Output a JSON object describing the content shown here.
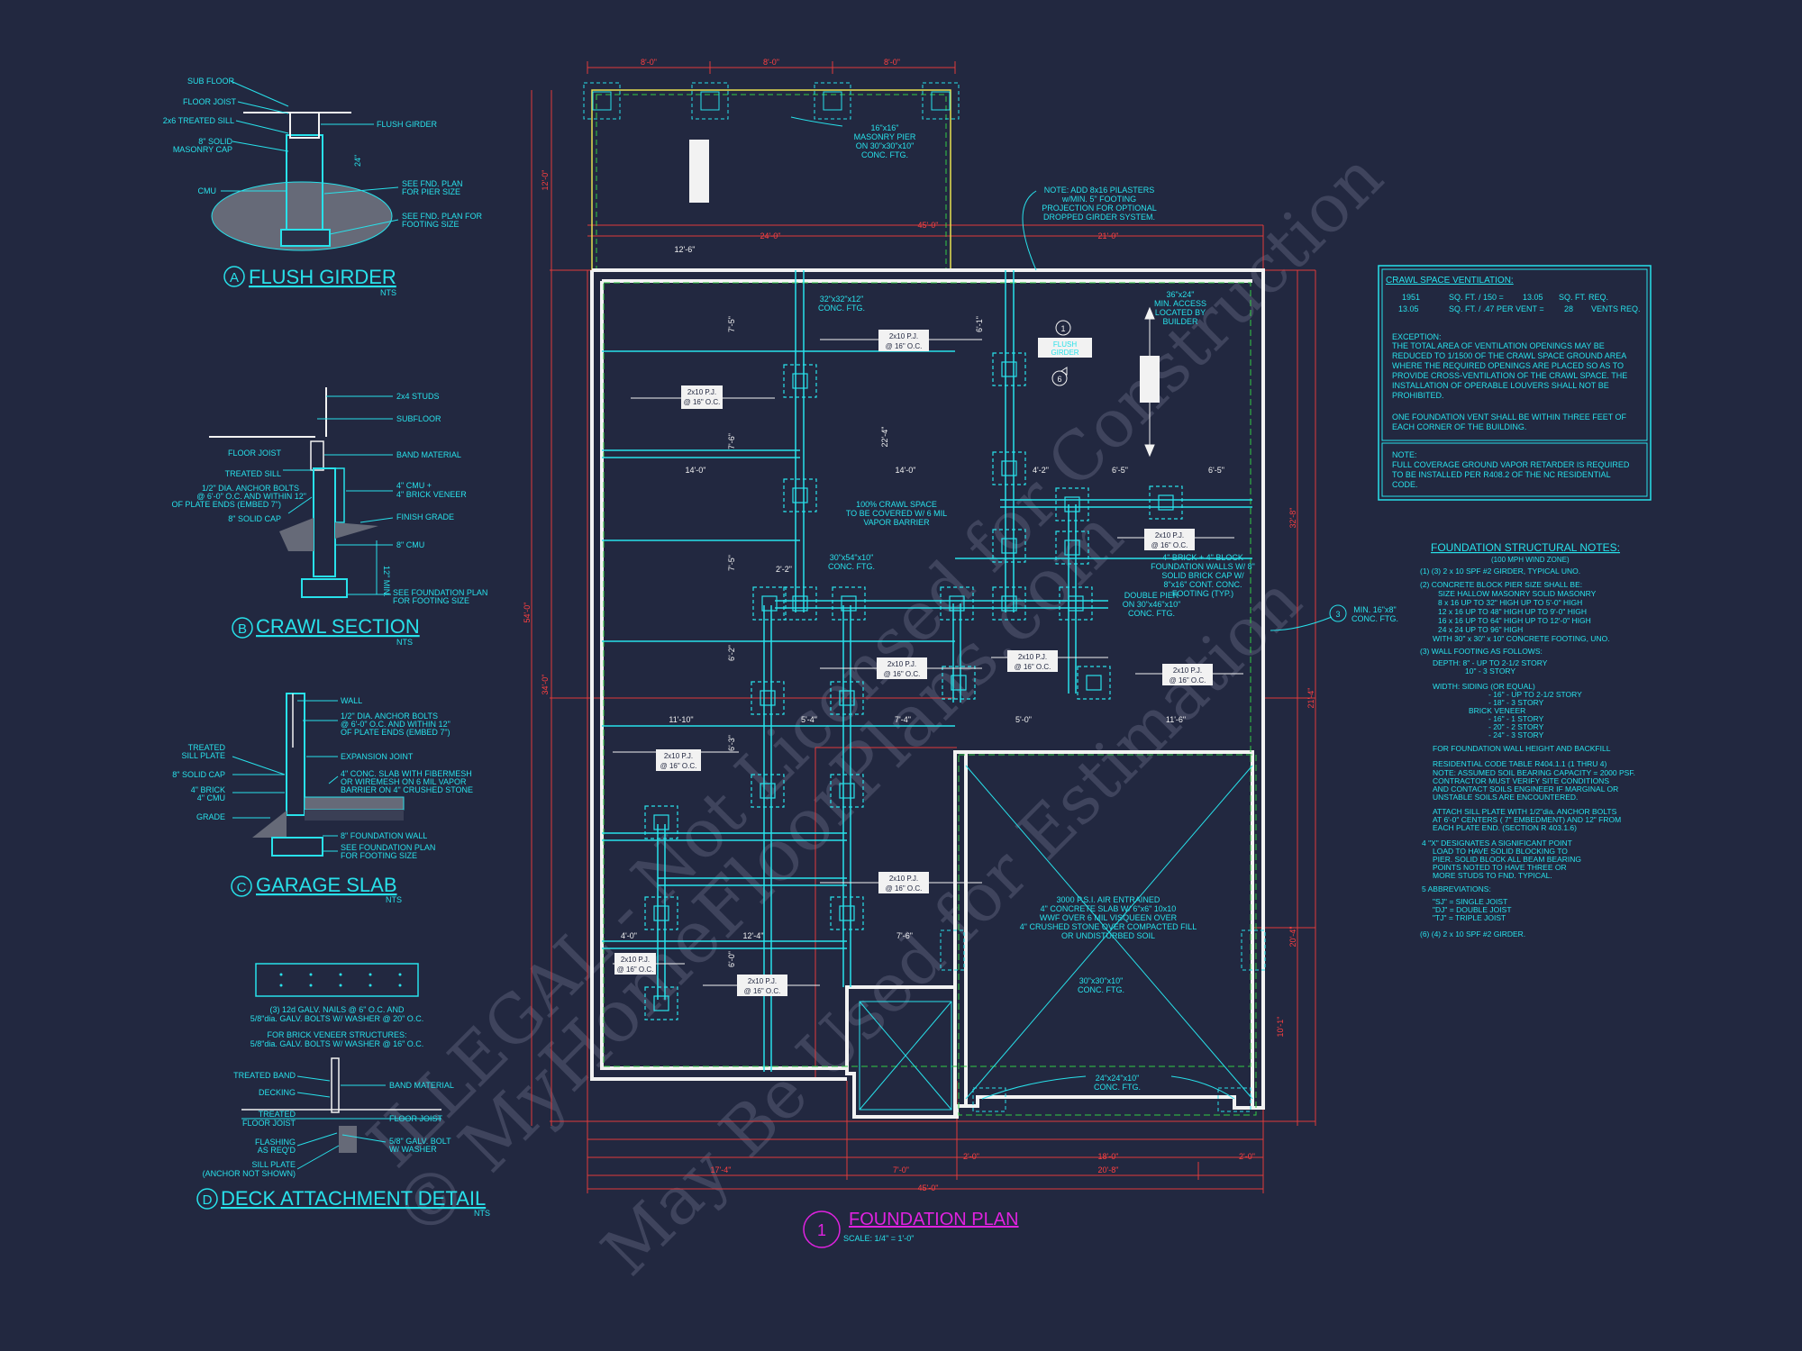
{
  "colors": {
    "background": "#222840",
    "cyan": "#28e1ea",
    "red": "#e03a3a",
    "green": "#33cc44",
    "magenta": "#e022e0",
    "yellow": "#e8e050",
    "white": "#f2f2f2"
  },
  "details": {
    "flush_girder": {
      "letter": "A",
      "title": "FLUSH GIRDER",
      "scale": "NTS",
      "labels": [
        "SUB FLOOR",
        "FLOOR JOIST",
        "2x6 TREATED SILL",
        "8\" SOLID",
        "MASONRY CAP",
        "CMU",
        "FLUSH GIRDER",
        "24\"",
        "SEE FND. PLAN",
        "FOR PIER SIZE",
        "SEE FND. PLAN FOR",
        "FOOTING SIZE"
      ]
    },
    "crawl_section": {
      "letter": "B",
      "title": "CRAWL SECTION",
      "scale": "NTS",
      "labels": [
        "2x4 STUDS",
        "SUBFLOOR",
        "FLOOR JOIST",
        "BAND MATERIAL",
        "TREATED SILL",
        "1/2\" DIA. ANCHOR BOLTS",
        "@ 6'-0\" O.C. AND WITHIN 12\"",
        "OF PLATE ENDS (EMBED 7\")",
        "8\" SOLID CAP",
        "4\" CMU +",
        "4\" BRICK VENEER",
        "FINISH GRADE",
        "8\" CMU",
        "12\" MIN.",
        "SEE FOUNDATION PLAN",
        "FOR FOOTING SIZE"
      ]
    },
    "garage_slab": {
      "letter": "C",
      "title": "GARAGE SLAB",
      "scale": "NTS",
      "labels": [
        "WALL",
        "1/2\" DIA. ANCHOR BOLTS",
        "@ 6'-0\" O.C. AND WITHIN 12\"",
        "OF PLATE ENDS (EMBED 7\")",
        "TREATED",
        "SILL PLATE",
        "EXPANSION JOINT",
        "8\" SOLID CAP",
        "4\" CONC. SLAB WITH FIBERMESH",
        "OR WIREMESH ON 6 MIL VAPOR",
        "BARRIER ON 4\" CRUSHED STONE",
        "4\" BRICK",
        "4\" CMU",
        "GRADE",
        "8\" FOUNDATION WALL",
        "SEE FOUNDATION PLAN",
        "FOR FOOTING SIZE"
      ]
    },
    "deck_attachment": {
      "letter": "D",
      "title": "DECK ATTACHMENT DETAIL",
      "scale": "NTS",
      "labels": [
        "(3) 12d GALV. NAILS @ 6\" O.C. AND",
        "5/8\"dia. GALV. BOLTS W/ WASHER @ 20\" O.C.",
        "FOR BRICK VENEER STRUCTURES:",
        "5/8\"dia. GALV. BOLTS W/ WASHER @ 16\" O.C.",
        "TREATED BAND",
        "DECKING",
        "BAND MATERIAL",
        "TREATED",
        "FLOOR JOIST",
        "FLOOR JOIST",
        "FLASHING",
        "AS REQ'D",
        "5/8\" GALV. BOLT",
        "W/ WASHER",
        "SILL PLATE",
        "(ANCHOR NOT SHOWN)"
      ]
    }
  },
  "plan": {
    "number": "1",
    "title": "FOUNDATION PLAN",
    "scale": "SCALE: 1/4\" = 1'-0\"",
    "top_dims": [
      "8'-0\"",
      "8'-0\"",
      "8'-0\""
    ],
    "overall_dims": [
      "24'-0\"",
      "45'-0\"",
      "21'-0\""
    ],
    "bottom_dims": [
      "17'-4\"",
      "7'-0\"",
      "2'-0\"",
      "18'-0\"",
      "2'-0\"",
      "20'-8\"",
      "45'-0\""
    ],
    "left_dims": [
      "12'-0\"",
      "54'-0\"",
      "34'-0\""
    ],
    "right_dims": [
      "32'-8\"",
      "21'-4\"",
      "20'-4\"",
      "10'-1\""
    ],
    "interior_dims": [
      "12'-6\"",
      "7'-5\"",
      "7'-6\"",
      "7'-5\"",
      "22'-4\"",
      "6'-1\"",
      "14'-0\"",
      "14'-0\"",
      "4'-2\"",
      "6'-5\"",
      "6'-5\"",
      "2'-2\"",
      "11'-10\"",
      "5'-4\"",
      "7'-4\"",
      "5'-0\"",
      "11'-6\"",
      "4'-0\"",
      "12'-4\"",
      "7'-6\"",
      "6'-2\"",
      "6'-3\"",
      "6'-0\""
    ],
    "girder_tags": [
      "2x10 P.J.",
      "@ 16\" O.C."
    ],
    "notes": [
      {
        "id": "pier-note",
        "lines": [
          "16\"x16\"",
          "MASONRY PIER",
          "ON 30\"x30\"x10\"",
          "CONC. FTG."
        ]
      },
      {
        "id": "pilaster-note",
        "lines": [
          "NOTE: ADD 8x16 PILASTERS",
          "w/MIN. 5\" FOOTING",
          "PROJECTION FOR OPTIONAL",
          "DROPPED GIRDER SYSTEM."
        ]
      },
      {
        "id": "ftg-32",
        "lines": [
          "32\"x32\"x12\"",
          "CONC. FTG."
        ]
      },
      {
        "id": "access",
        "lines": [
          "36\"x24\"",
          "MIN. ACCESS",
          "LOCATED BY",
          "BUILDER"
        ]
      },
      {
        "id": "crawl",
        "lines": [
          "100% CRAWL SPACE",
          "TO BE COVERED W/ 6 MIL",
          "VAPOR BARRIER"
        ]
      },
      {
        "id": "ftg-30",
        "lines": [
          "30\"x54\"x10\"",
          "CONC. FTG."
        ]
      },
      {
        "id": "block-walls",
        "lines": [
          "4\" BRICK + 4\" BLOCK",
          "FOUNDATION WALLS W/ 8\"",
          "SOLID BRICK CAP W/",
          "8\"x16\" CONT. CONC.",
          "FOOTING (TYP.)"
        ]
      },
      {
        "id": "double-pier",
        "lines": [
          "DOUBLE PIER",
          "ON 30\"x46\"x10\"",
          "CONC. FTG."
        ]
      },
      {
        "id": "min-ftg",
        "lines": [
          "MIN. 16\"x8\"",
          "CONC. FTG."
        ]
      },
      {
        "id": "garage-slab",
        "lines": [
          "3000 P.S.I. AIR ENTRAINED",
          "4\" CONCRETE SLAB W/ 6\"x6\" 10x10",
          "WWF OVER 6 MIL VISQUEEN OVER",
          "4\" CRUSHED STONE OVER COMPACTED FILL",
          "OR UNDISTURBED SOIL"
        ]
      },
      {
        "id": "ftg-30b",
        "lines": [
          "30\"x30\"x10\"",
          "CONC. FTG."
        ]
      },
      {
        "id": "ftg-24",
        "lines": [
          "24\"x24\"x10\"",
          "CONC. FTG."
        ]
      }
    ],
    "flush_girder_tag": [
      "FLUSH",
      "GIRDER"
    ],
    "callout_1": "1",
    "callout_6": "6",
    "callout_3": "3"
  },
  "ventilation": {
    "title": "CRAWL SPACE VENTILATION:",
    "row1": [
      "1951",
      "SQ. FT. / 150 =",
      "13.05",
      "SQ. FT. REQ."
    ],
    "row2": [
      "13.05",
      "SQ. FT. / .47 PER VENT =",
      "28",
      "VENTS REQ."
    ],
    "exception": [
      "EXCEPTION:",
      "THE TOTAL AREA OF VENTILATION OPENINGS MAY BE",
      "REDUCED TO 1/1500 OF THE CRAWL SPACE GROUND AREA",
      "WHERE THE REQUIRED OPENINGS ARE PLACED SO AS TO",
      "PROVIDE CROSS-VENTILATION OF THE CRAWL SPACE. THE",
      "INSTALLATION OF OPERABLE LOUVERS SHALL NOT BE",
      "PROHIBITED.",
      "",
      "ONE FOUNDATION VENT SHALL BE WITHIN THREE FEET OF",
      "EACH CORNER OF THE BUILDING."
    ],
    "note": [
      "NOTE:",
      "FULL COVERAGE GROUND VAPOR RETARDER IS REQUIRED",
      "TO BE INSTALLED PER R408.2 OF THE NC RESIDENTIAL",
      "CODE."
    ]
  },
  "structural_notes": {
    "title": "FOUNDATION STRUCTURAL NOTES:",
    "subtitle": "(100 MPH WIND ZONE)",
    "lines": [
      "(1) (3) 2 x 10 SPF #2 GIRDER, TYPICAL UNO.",
      "(2) CONCRETE BLOCK PIER SIZE SHALL BE:",
      "SIZE      HALLOW MASONRY     SOLID MASONRY",
      "8 x 16      UP TO 32\" HIGH       UP TO 5'-0\" HIGH",
      "12 x 16     UP TO 48\" HIGH       UP TO 9'-0\" HIGH",
      "16 x 16     UP TO 64\" HIGH       UP TO 12'-0\" HIGH",
      "24 x 24     UP TO 96\" HIGH",
      "WITH 30\" x 30\" x 10\" CONCRETE FOOTING, UNO.",
      "(3) WALL FOOTING AS FOLLOWS:",
      "DEPTH:  8\" - UP TO 2-1/2 STORY",
      "10\" - 3 STORY",
      "WIDTH:  SIDING (OR EQUAL)",
      "- 16\" - UP TO 2-1/2 STORY",
      "- 18\" - 3 STORY",
      "BRICK VENEER",
      "- 16\" - 1 STORY",
      "- 20\" - 2 STORY",
      "- 24\" - 3 STORY",
      "FOR FOUNDATION WALL HEIGHT AND BACKFILL",
      "RESIDENTIAL CODE TABLE R404.1.1 (1 THRU 4)",
      "NOTE: ASSUMED SOIL BEARING CAPACITY = 2000 PSF.",
      "CONTRACTOR MUST VERIFY SITE CONDITIONS",
      "AND CONTACT SOILS ENGINEER IF MARGINAL OR",
      "UNSTABLE SOILS ARE ENCOUNTERED.",
      "ATTACH SILL PLATE WITH 1/2\"dia. ANCHOR BOLTS",
      "AT 6'-0\" CENTERS ( 7\" EMBEDMENT) AND 12\" FROM",
      "EACH PLATE END. (SECTION R 403.1.6)",
      "4  \"X\" DESIGNATES A SIGNIFICANT POINT",
      "LOAD TO HAVE SOLID BLOCKING TO",
      "PIER. SOLID BLOCK ALL BEAM BEARING",
      "POINTS NOTED TO HAVE THREE OR",
      "MORE STUDS TO FND. TYPICAL.",
      "5  ABBREVIATIONS:",
      "\"SJ\" = SINGLE JOIST",
      "\"DJ\" = DOUBLE JOIST",
      "\"TJ\" = TRIPLE JOIST",
      "(6) (4) 2 x 10 SPF #2 GIRDER."
    ]
  },
  "watermark": [
    "© MyHomeFloorPlans.com",
    "ILLEGAL - Not Licensed for Construction",
    "May Be Used for Estimation"
  ]
}
